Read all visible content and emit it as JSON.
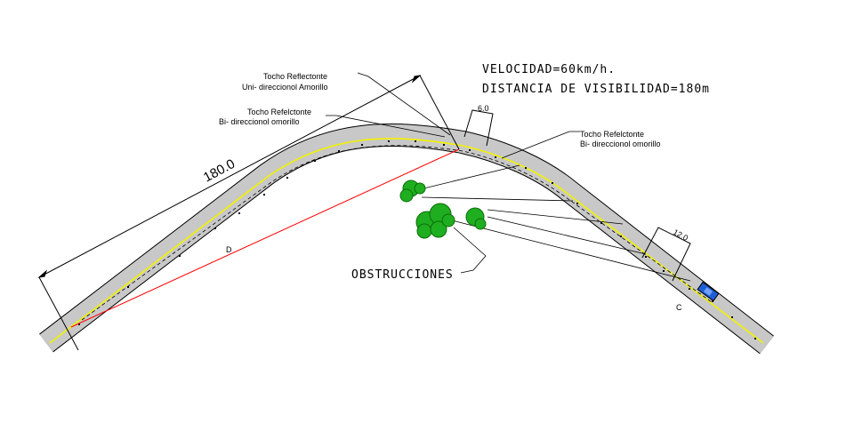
{
  "header": {
    "speed": "VELOCIDAD=60km/h.",
    "sight_distance": "DISTANCIA DE VISIBILIDAD=180m"
  },
  "labels": {
    "unidirectional_top": {
      "line1": "Tocho Reflectonte",
      "line2": "Uni- direccionol Amorillo"
    },
    "bidirectional_left": {
      "line1": "Tocho Refelctonte",
      "line2": "Bi- direccionol omorillo"
    },
    "bidirectional_right": {
      "line1": "Tocho Refelctonte",
      "line2": "Bi- direccionol omorillo"
    },
    "obstructions": "OBSTRUCCIONES",
    "point_d": "D",
    "point_c": "C"
  },
  "dimensions": {
    "sight_length": "180.0",
    "offset_top": "6.0",
    "offset_right": "12.0"
  },
  "colors": {
    "road": "#c8c8c8",
    "centerline": "#f2f200",
    "sight_line": "#ff0000",
    "tree": "#1fae1f",
    "vehicle": "#1e5fd6"
  }
}
